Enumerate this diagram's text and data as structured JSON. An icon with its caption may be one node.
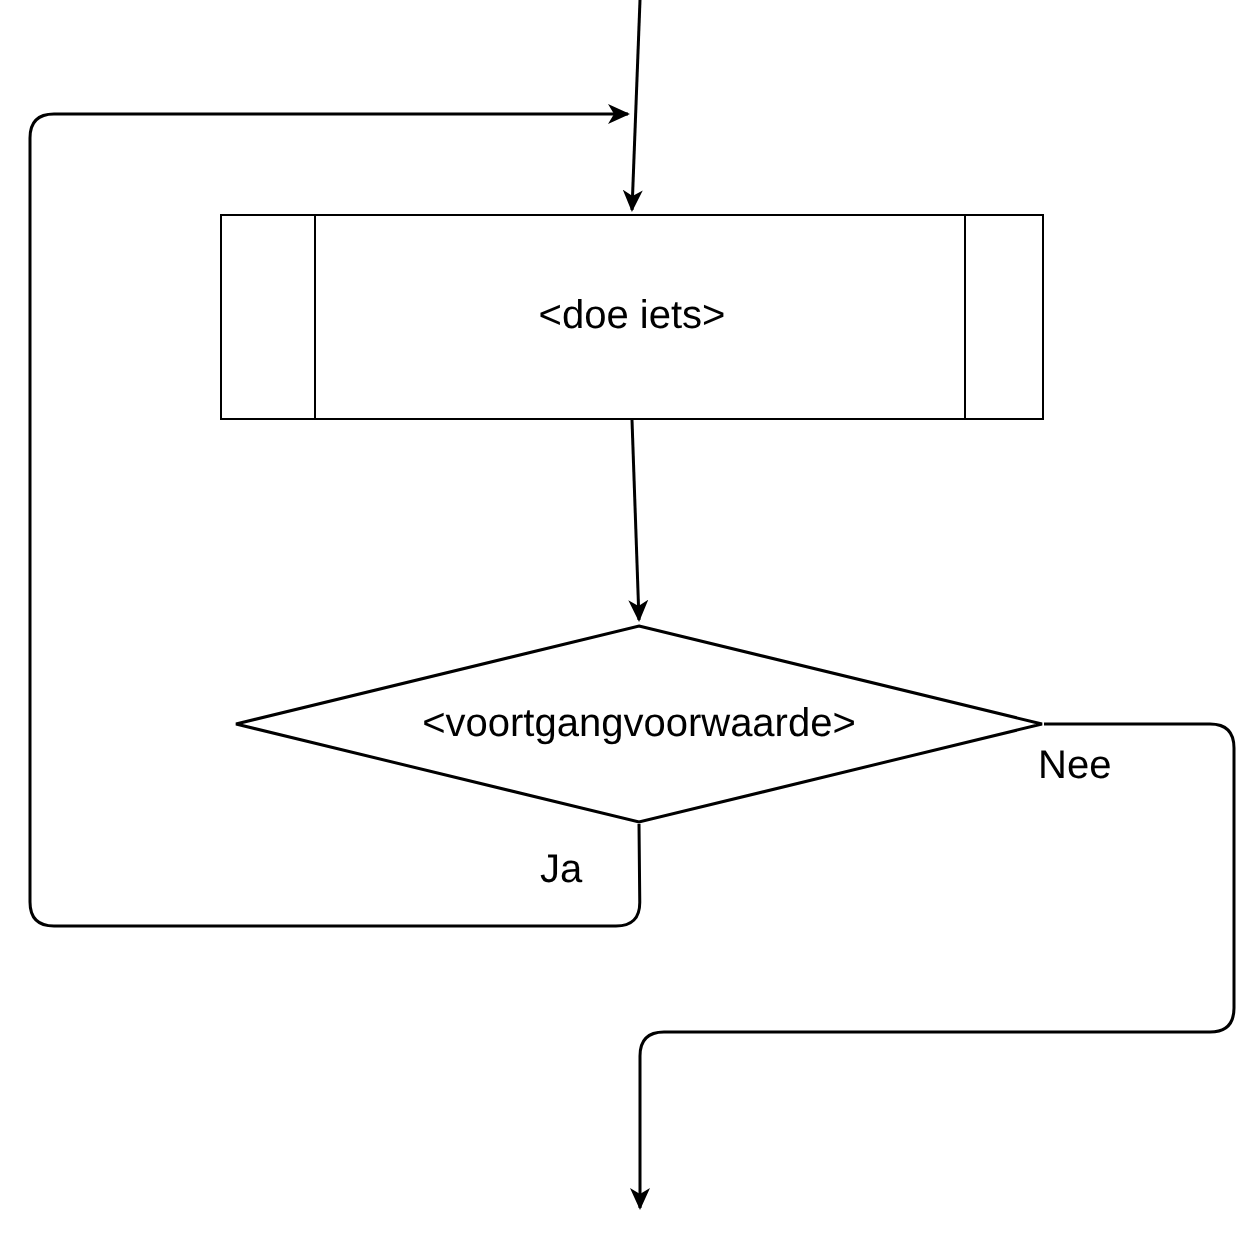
{
  "diagram": {
    "nodes": [
      {
        "text": [
          "<doe iets>"
        ]
      },
      {
        "text": [
          "<voortgangvoorwaarde>"
        ]
      }
    ],
    "edges": [
      {
        "from": null,
        "to": 0,
        "arrow": "to"
      },
      {
        "from": 0,
        "to": 1,
        "arrow": "to"
      },
      {
        "from": 1,
        "to": 0,
        "arrow": "to",
        "label": "Ja"
      },
      {
        "from": 1,
        "to": null,
        "arrow": "to",
        "label": "Nee"
      }
    ]
  }
}
